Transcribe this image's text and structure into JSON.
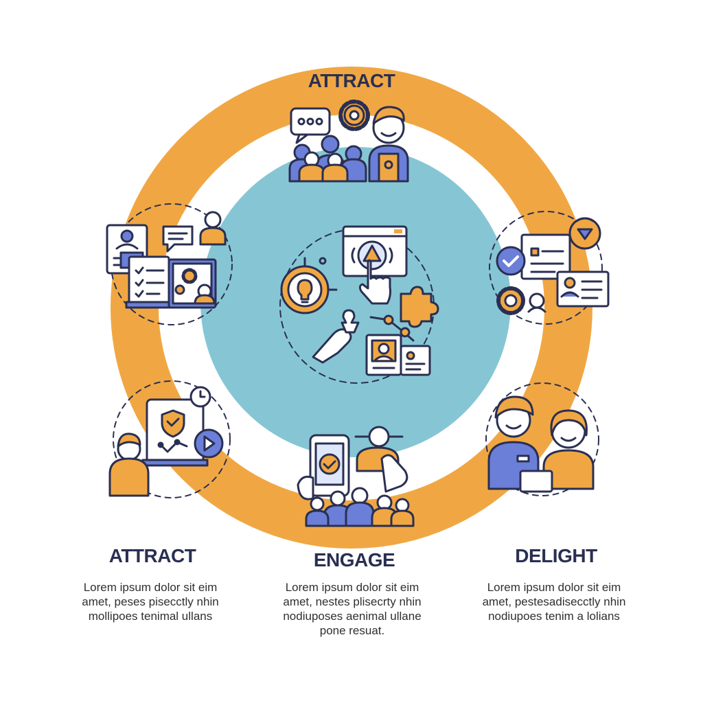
{
  "diagram": {
    "top_title": "ATTRACT",
    "colors": {
      "ring": "#f0a743",
      "center": "#86c6d4",
      "navy": "#2a2f52",
      "blue": "#6b7fd8",
      "orange": "#f0a743",
      "light_blue": "#dfe7fb"
    },
    "icons": {
      "top": "audience-chat-gear-icon",
      "left_upper": "content-profile-icon",
      "left_lower": "secure-video-icon",
      "bottom": "mobile-approve-icon",
      "right_upper": "approval-settings-icon",
      "right_lower": "support-team-icon",
      "center": "interaction-hub-icon"
    },
    "columns": [
      {
        "heading": "ATTRACT",
        "lines": [
          "Lorem ipsum dolor sit eim",
          "amet, peses pisecctly nhin",
          "mollipoes tenimal ullans"
        ]
      },
      {
        "heading": "ENGAGE",
        "lines": [
          "Lorem ipsum dolor sit eim",
          "amet, nestes plisecrty nhin",
          "nodiuposes aenimal ullane",
          "pone resuat."
        ]
      },
      {
        "heading": "DELIGHT",
        "lines": [
          "Lorem ipsum dolor sit eim",
          "amet, pestesadisecctly nhin",
          "nodiupoes tenim a lolians"
        ]
      }
    ]
  }
}
